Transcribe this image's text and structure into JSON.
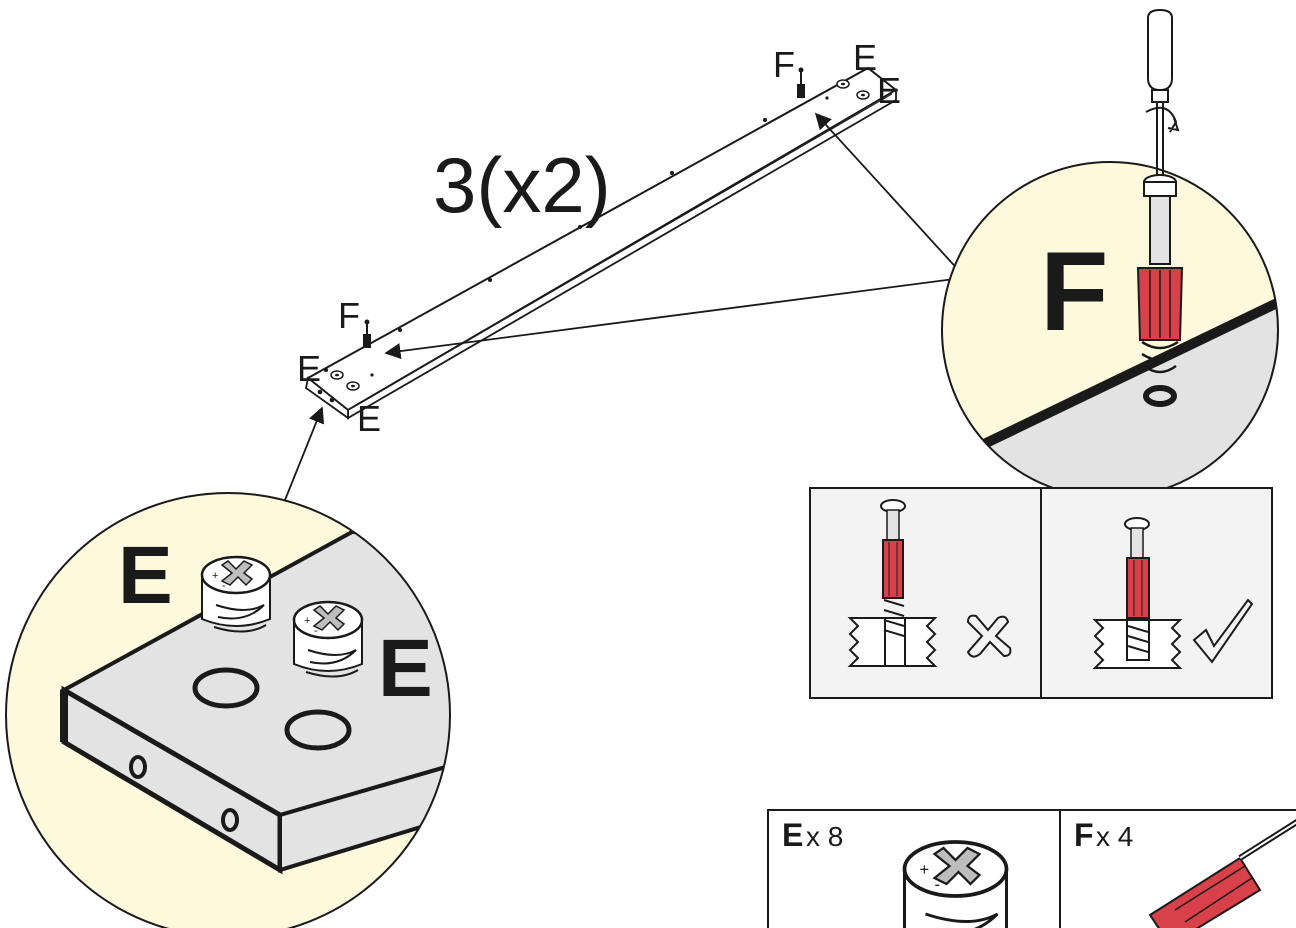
{
  "step": {
    "quantity_label": "3(x2)",
    "panel_labels": {
      "f_left": "F",
      "f_right": "F",
      "e_left_top": "E",
      "e_left_bottom": "E",
      "e_right_top": "E",
      "e_right_bottom": "E"
    }
  },
  "detail_e": {
    "label_1": "E",
    "label_2": "E"
  },
  "detail_f": {
    "label": "F"
  },
  "check_box": {
    "wrong_symbol": "X",
    "right_symbol": "✓"
  },
  "parts": [
    {
      "letter": "E",
      "count": "x 8"
    },
    {
      "letter": "F",
      "count": "x 4"
    }
  ],
  "colors": {
    "circle_fill": "#fdf9dc",
    "dowel_red": "#d9414a",
    "board_grey": "#e3e3e3",
    "line": "#1a1a1a"
  }
}
